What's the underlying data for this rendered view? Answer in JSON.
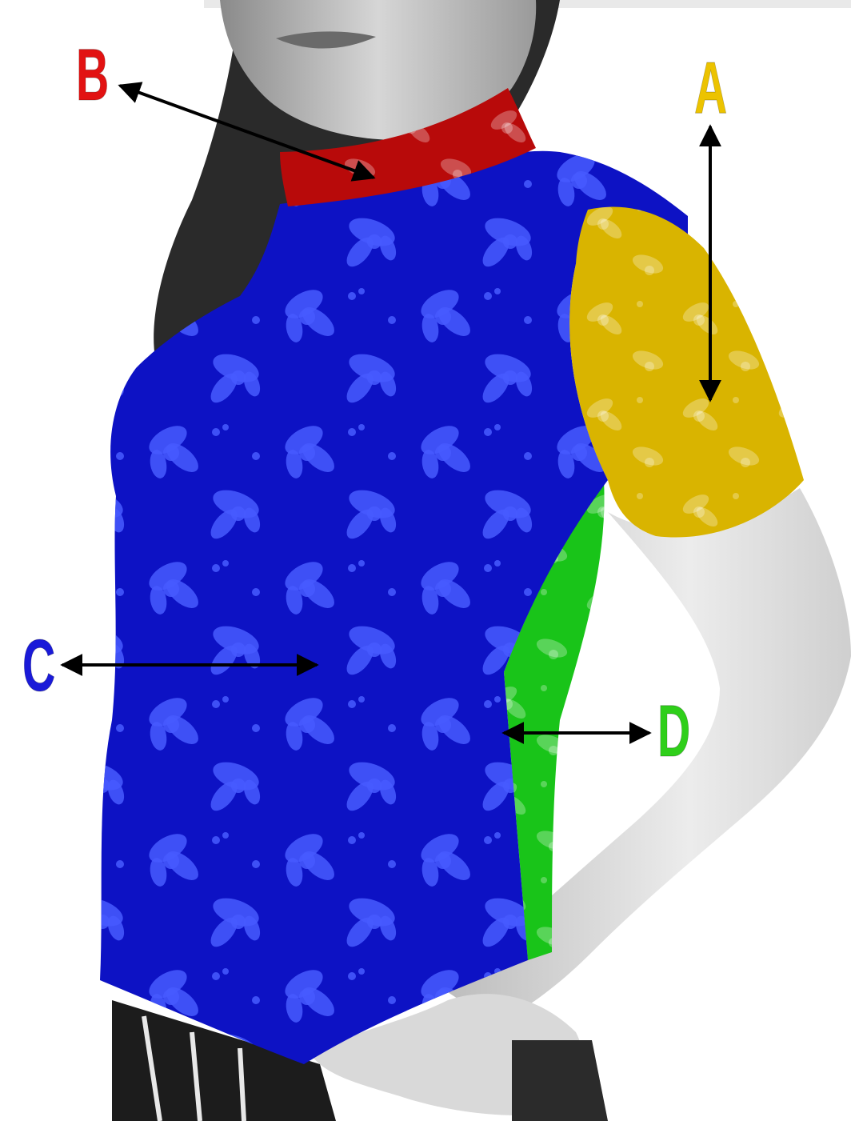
{
  "figure": {
    "labels": {
      "a": "A",
      "b": "B",
      "c": "C",
      "d": "D"
    },
    "colors": {
      "label_a": "#ecc300",
      "label_b": "#e21212",
      "label_c": "#1a1ad8",
      "label_d": "#2fcf1a",
      "sleeve_a": "#d9b400",
      "collar_b": "#b80a0a",
      "body_c": "#0d12c4",
      "side_panel_d": "#19c419",
      "arrow": "#000000"
    }
  }
}
